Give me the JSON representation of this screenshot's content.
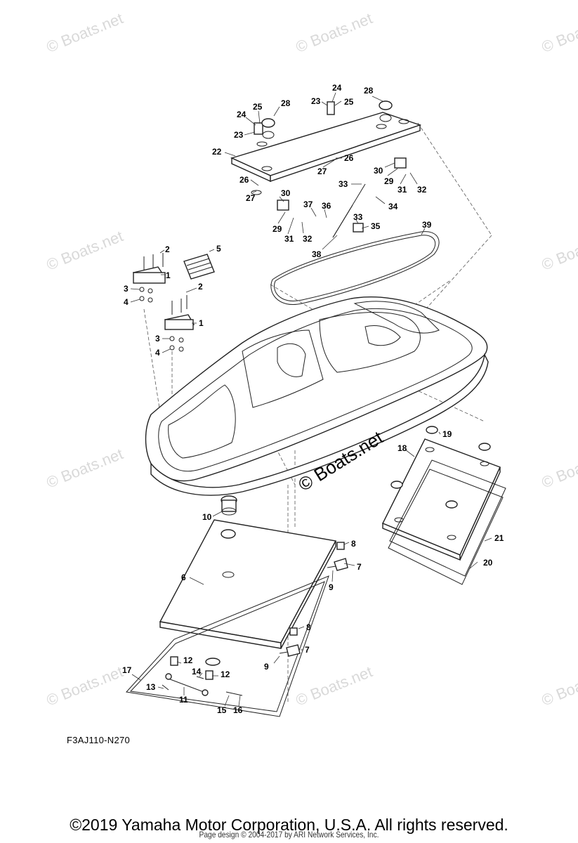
{
  "watermark": {
    "text": "© Boats.net",
    "center_text": "© Boats.net"
  },
  "callouts": [
    "1",
    "1",
    "2",
    "2",
    "3",
    "3",
    "4",
    "4",
    "5",
    "6",
    "7",
    "7",
    "8",
    "8",
    "9",
    "9",
    "10",
    "11",
    "12",
    "12",
    "13",
    "14",
    "15",
    "16",
    "17",
    "18",
    "19",
    "20",
    "21",
    "22",
    "23",
    "23",
    "24",
    "24",
    "25",
    "25",
    "26",
    "26",
    "27",
    "27",
    "28",
    "28",
    "29",
    "29",
    "30",
    "30",
    "31",
    "31",
    "32",
    "32",
    "33",
    "33",
    "34",
    "35",
    "36",
    "37",
    "38",
    "39"
  ],
  "drawing_code": "F3AJ110-N270",
  "footer": {
    "copyright": "©2019 Yamaha Motor Corporation, U.S.A. All rights reserved.",
    "page_design": "Page design © 2004-2017 by ARI Network Services, Inc."
  }
}
